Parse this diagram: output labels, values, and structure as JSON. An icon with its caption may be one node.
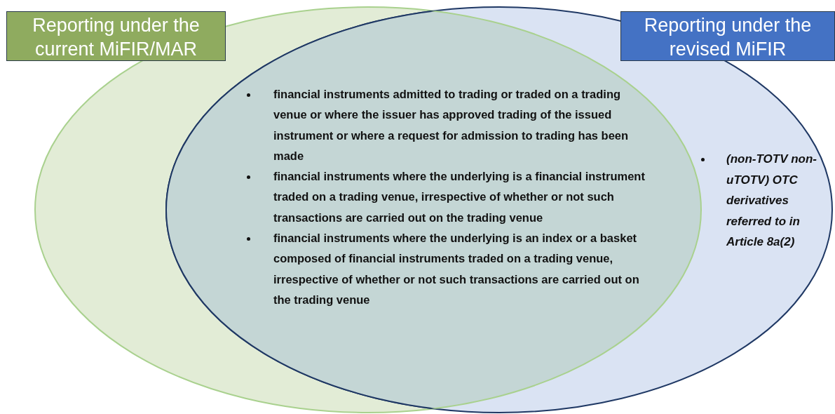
{
  "diagram": {
    "nodes": [
      {
        "text": [
          "Reporting under the current MiFIR/MAR"
        ]
      },
      {
        "text": [
          "Reporting under the revised MiFIR",
          "(non-TOTV non-uTOTV) OTC derivatives referred to in Article 8a(2)"
        ]
      },
      {
        "text": [
          "financial instruments admitted to trading or traded on a trading venue or where the issuer has approved trading of the issued instrument or where a request for admission to trading has been made",
          "financial instruments where the underlying is a financial instrument traded on a trading venue, irrespective of whether or not such transactions are carried out on the trading venue",
          "financial instruments where the underlying is an index or a basket composed of financial instruments traded on a trading venue, irrespective of whether or not such transactions are carried out on the trading venue"
        ]
      }
    ]
  }
}
